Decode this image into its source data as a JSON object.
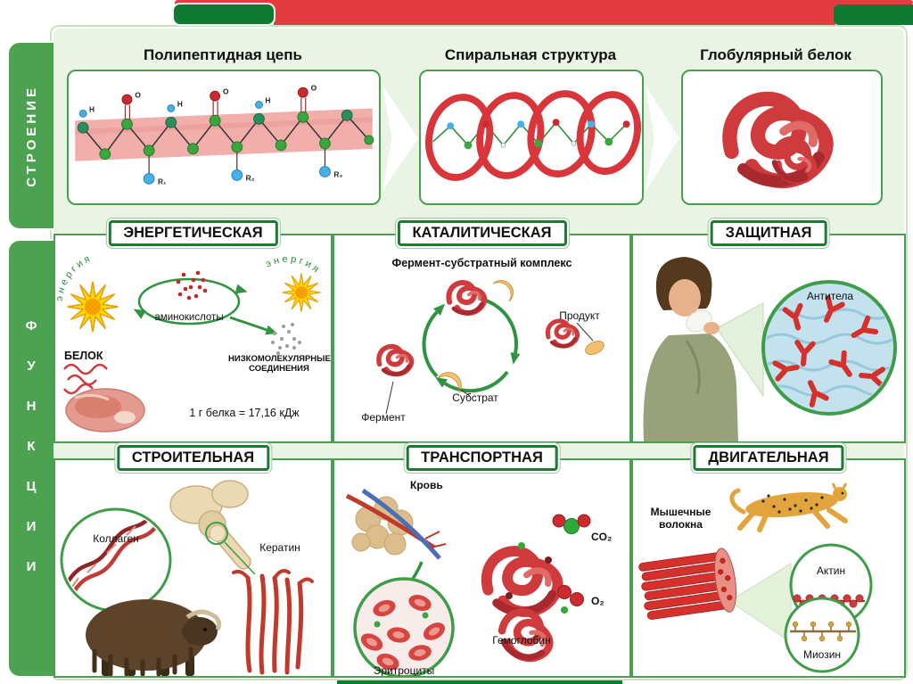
{
  "colors": {
    "background": "#e9f4e5",
    "panel_green": "#46a04e",
    "dark_green": "#1b7b33",
    "ribbon_red": "#e23b40",
    "protein_red": "#cf3a3c",
    "energy_yellow": "#ffd60a",
    "atom_blue": "#45b1e8",
    "text": "#101010"
  },
  "sidebar": {
    "structure_label": "СТРОЕНИЕ",
    "functions_label": "ФУНКЦИИ"
  },
  "structure": {
    "panels": [
      {
        "title": "Полипептидная цепь",
        "atoms": [
          "H",
          "O",
          "R₁",
          "H",
          "O",
          "R₂",
          "H",
          "O",
          "R₃"
        ]
      },
      {
        "title": "Спиральная структура"
      },
      {
        "title": "Глобулярный белок"
      }
    ]
  },
  "functions": {
    "energy": {
      "title": "ЭНЕРГЕТИЧЕСКАЯ",
      "energy_arc_left": "энергия",
      "energy_arc_right": "энергия",
      "amino_acids": "аминокислоты",
      "protein": "БЕЛОК",
      "low_molecular": "НИЗКОМОЛЕКУЛЯРНЫЕ СОЕДИНЕНИЯ",
      "equation": "1 г белка = 17,16 кДж"
    },
    "catalytic": {
      "title": "КАТАЛИТИЧЕСКАЯ",
      "complex_label": "Фермент-субстратный комплекс",
      "product_label": "Продукт",
      "substrate_label": "Субстрат",
      "enzyme_label": "Фермент"
    },
    "protective": {
      "title": "ЗАЩИТНАЯ",
      "antibodies_label": "Антитела"
    },
    "building": {
      "title": "СТРОИТЕЛЬНАЯ",
      "collagen_label": "Коллаген",
      "keratin_label": "Кератин"
    },
    "transport": {
      "title": "ТРАНСПОРТНАЯ",
      "blood_label": "Кровь",
      "co2_label": "CO₂",
      "o2_label": "O₂",
      "hemoglobin_label": "Гемоглобин",
      "erythrocytes_label": "Эритроциты"
    },
    "motor": {
      "title": "ДВИГАТЕЛЬНАЯ",
      "muscle_label": "Мышечные волокна",
      "actin_label": "Актин",
      "myosin_label": "Миозин"
    }
  }
}
